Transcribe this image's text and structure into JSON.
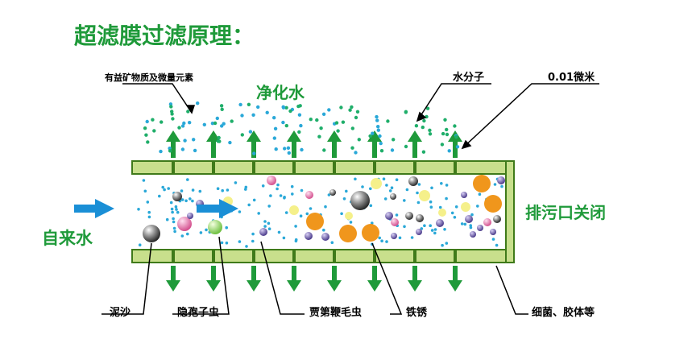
{
  "title": "超滤膜过滤原理：",
  "labels": {
    "minerals": "有益矿物质及微量元素",
    "clean_water": "净化水",
    "water_molecule": "水分子",
    "pore_size": "0.01微米",
    "tap_water": "自来水",
    "drain_closed": "排污口关闭",
    "sand": "泥沙",
    "cryptosporidium": "隐孢子虫",
    "giardia": "贾第鞭毛虫",
    "rust": "铁锈",
    "bacteria_colloid": "细菌、胶体等"
  },
  "colors": {
    "title_green": "#1f9a3a",
    "arrow_green": "#1f9a3a",
    "membrane_fill": "#c8df8c",
    "membrane_stroke": "#3f7a1a",
    "arrow_blue": "#1a8fd6",
    "water_dot": "#2aa8d8",
    "mineral_dot": "#1fae6a",
    "orange": "#f0961c",
    "yellow": "#f5f08a",
    "pink": "#e870a8",
    "purple": "#6a5aa8",
    "gray": "#8a8a8a"
  }
}
